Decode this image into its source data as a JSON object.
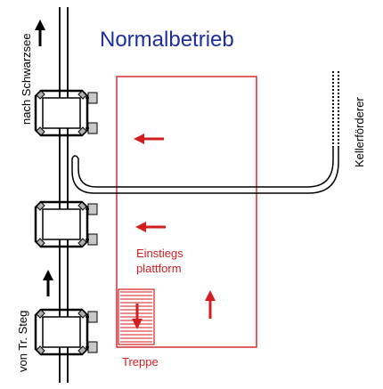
{
  "title": "Normalbetrieb",
  "labels": {
    "towards_schwarzsee": "nach Schwarzsee",
    "from_steg": "von Tr. Steg",
    "kellerfoerderer": "Kellerförderer",
    "platform_line1": "Einstiegs",
    "platform_line2": "plattform",
    "stairs": "Treppe"
  },
  "colors": {
    "title": "#1c2fa3",
    "accent": "#d21e1e",
    "line": "#000000",
    "carrier_fill": "#c8c8c8"
  },
  "icons": [
    "up-arrow-icon",
    "left-arrow-icon",
    "down-arrow-icon",
    "chair-carrier-icon"
  ]
}
